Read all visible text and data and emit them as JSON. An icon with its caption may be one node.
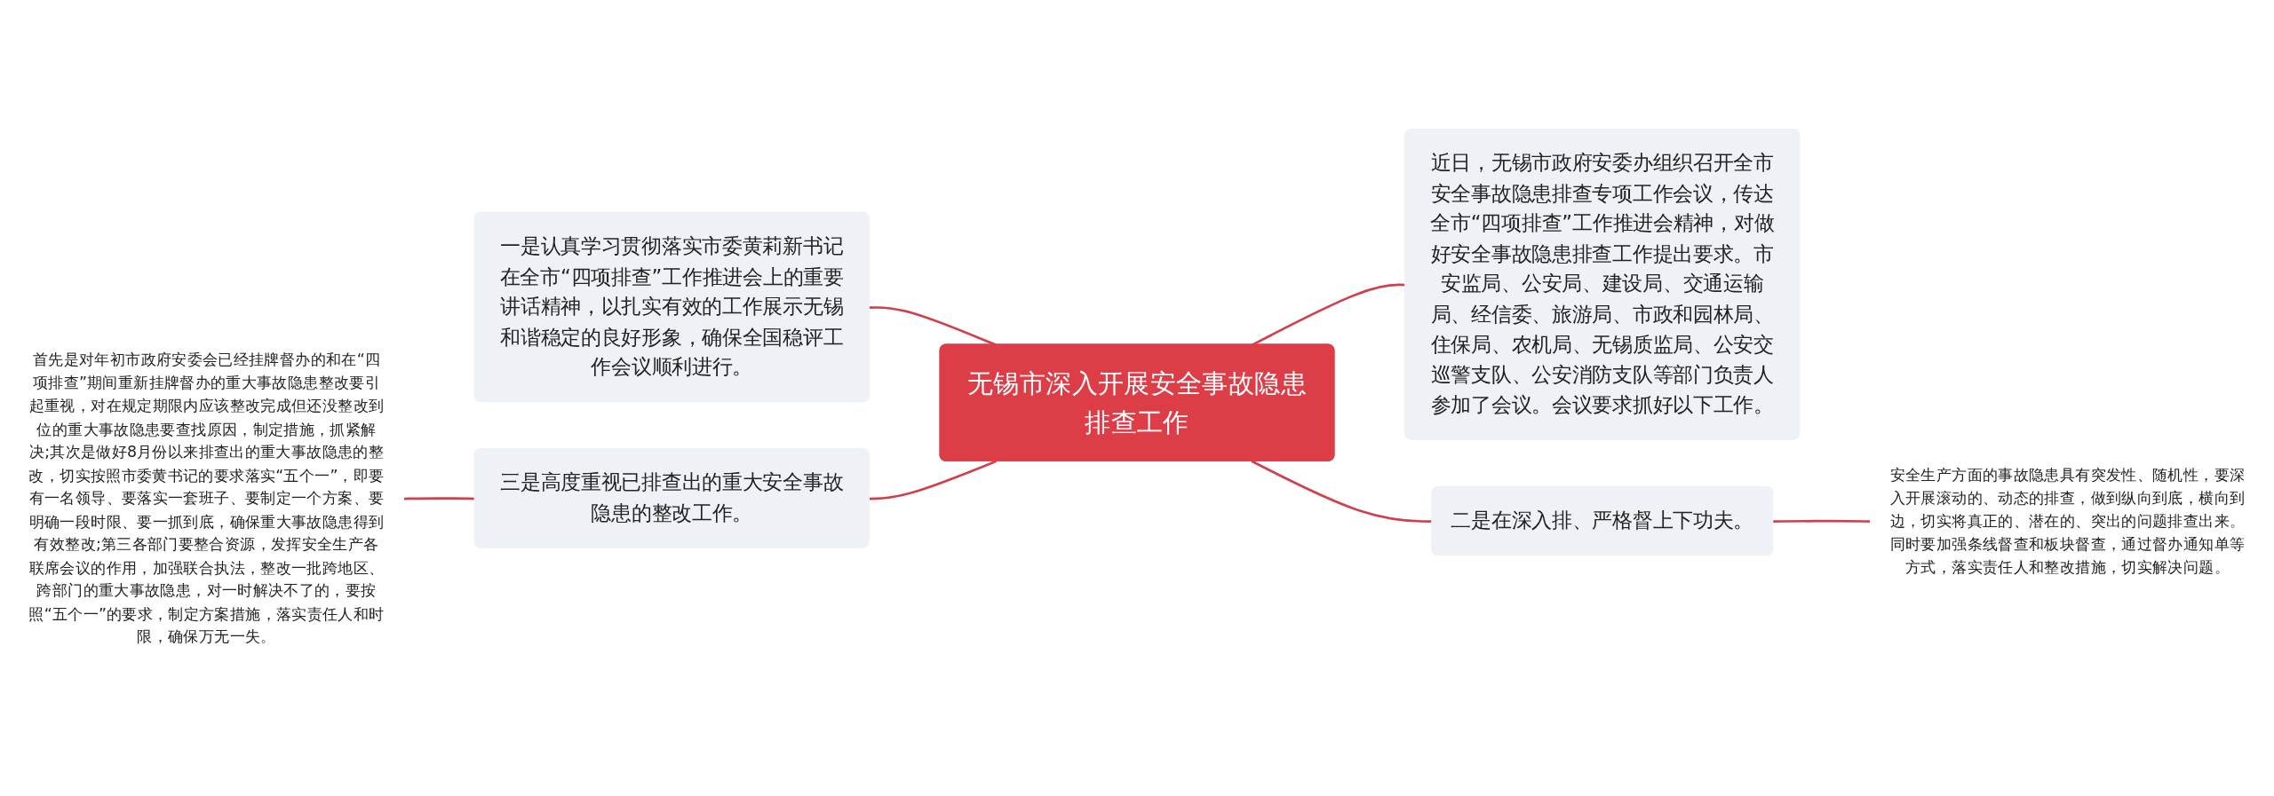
{
  "diagram": {
    "nodes": [
      {
        "text": [
          "无锡市深入开展安全事故隐患排查工作"
        ]
      },
      {
        "text": [
          "一是认真学习贯彻落实市委黄莉新书记在全市“四项排查”工作推进会上的重要讲话精神，以扎实有效的工作展示无锡和谐稳定的良好形象，确保全国稳评工作会议顺利进行。"
        ]
      },
      {
        "text": [
          "三是高度重视已排查出的重大安全事故隐患的整改工作。"
        ]
      },
      {
        "text": [
          "首先是对年初市政府安委会已经挂牌督办的和在“四项排查”期间重新挂牌督办的重大事故隐患整改要引起重视，对在规定期限内应该整改完成但还没整改到位的重大事故隐患要查找原因，制定措施，抓紧解决;其次是做好8月份以来排查出的重大事故隐患的整改，切实按照市委黄书记的要求落实“五个一”，即要有一名领导、要落实一套班子、要制定一个方案、要明确一段时限、要一抓到底，确保重大事故隐患得到有效整改;第三各部门要整合资源，发挥安全生产各联席会议的作用，加强联合执法，整改一批跨地区、跨部门的重大事故隐患，对一时解决不了的，要按照“五个一”的要求，制定方案措施，落实责任人和时限，确保万无一失。"
        ]
      },
      {
        "text": [
          "近日，无锡市政府安委办组织召开全市安全事故隐患排查专项工作会议，传达全市“四项排查”工作推进会精神，对做好安全事故隐患排查工作提出要求。市安监局、公安局、建设局、交通运输局、经信委、旅游局、市政和园林局、住保局、农机局、无锡质监局、公安交巡警支队、公安消防支队等部门负责人参加了会议。会议要求抓好以下工作。"
        ]
      },
      {
        "text": [
          "二是在深入排、严格督上下功夫。"
        ]
      },
      {
        "text": [
          "安全生产方面的事故隐患具有突发性、随机性，要深入开展滚动的、动态的排查，做到纵向到底，横向到边，切实将真正的、潜在的、突出的问题排查出来。同时要加强条线督查和板块督查，通过督办通知单等方式，落实责任人和整改措施，切实解决问题。"
        ]
      }
    ],
    "edges": [
      {
        "from": 1,
        "to": 0,
        "arrow": "none"
      },
      {
        "from": 3,
        "to": 2,
        "arrow": "none"
      },
      {
        "from": 2,
        "to": 0,
        "arrow": "none"
      },
      {
        "from": 0,
        "to": 4,
        "arrow": "none"
      },
      {
        "from": 0,
        "to": 5,
        "arrow": "none"
      },
      {
        "from": 5,
        "to": 6,
        "arrow": "none"
      }
    ]
  }
}
